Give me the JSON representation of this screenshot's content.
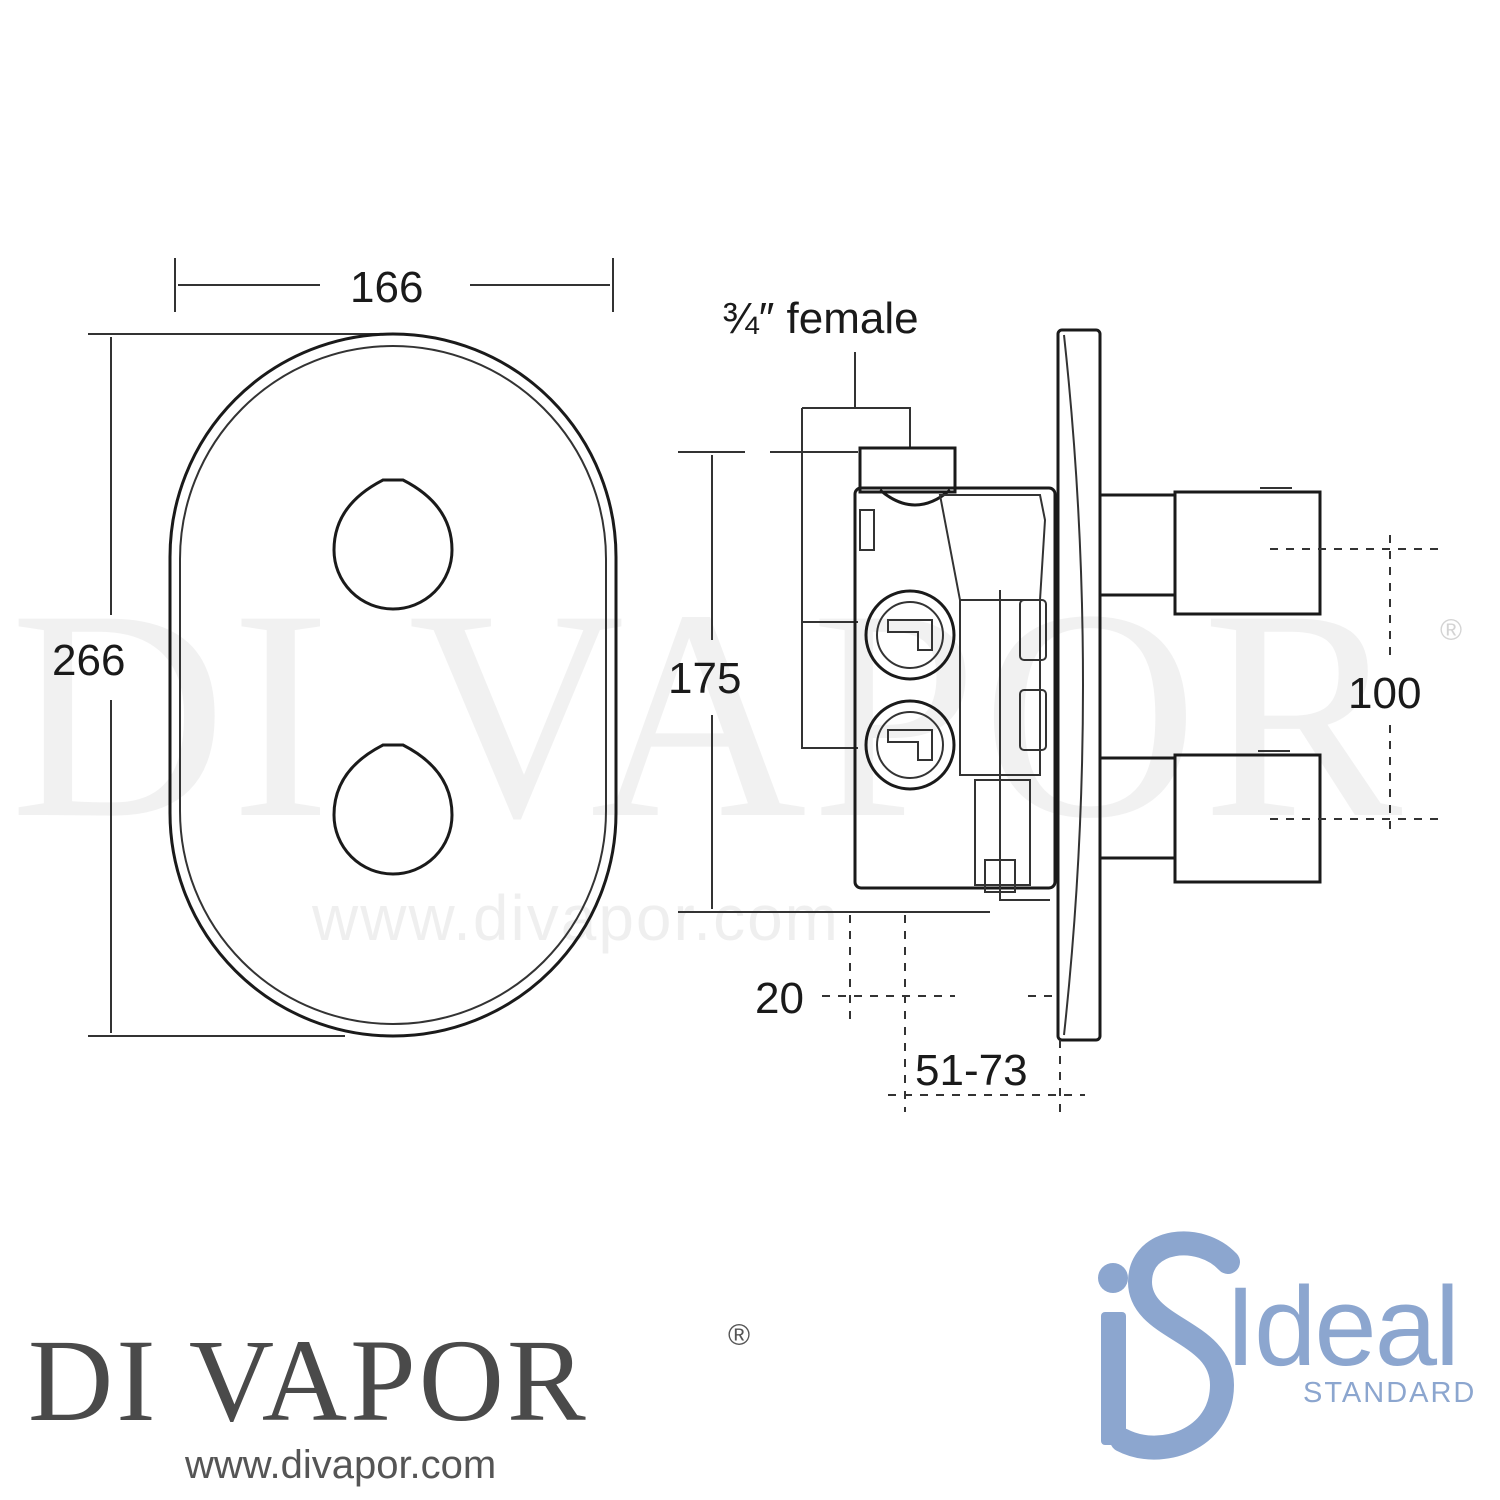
{
  "dimensions": {
    "width": "166",
    "height": "266",
    "body_height": "175",
    "pitch": "100",
    "depth_min": "20",
    "depth_range": "51-73",
    "connection": "¾″ female"
  },
  "watermark": {
    "name": "DI VAPOR",
    "url": "www.divapor.com",
    "registered": "®"
  },
  "brand": {
    "name": "DI VAPOR",
    "registered": "®",
    "url": "www.divapor.com"
  },
  "manufacturer": {
    "name": "Ideal",
    "sub": "STANDARD",
    "color": "#8ca6cf"
  }
}
